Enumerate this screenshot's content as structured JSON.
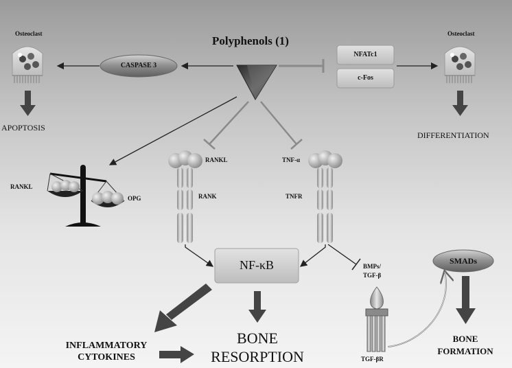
{
  "title": "Polyphenols (1)",
  "left_cell": {
    "title": "Osteoclast",
    "outcome": "APOPTOSIS"
  },
  "right_cell": {
    "title": "Osteoclast",
    "outcome": "DIFFERENTIATION"
  },
  "caspase": "CASPASE 3",
  "transcription": {
    "nfatc1": "NFATc1",
    "cfos": "c-Fos"
  },
  "balance": {
    "left": "RANKL",
    "right": "OPG"
  },
  "receptors": {
    "rankl": "RANKL",
    "rank": "RANK",
    "tnfa": "TNF-α",
    "tnfr": "TNFR",
    "bmps": "BMPs/",
    "tgfb": "TGF-β",
    "tgfbr": "TGF-βR"
  },
  "nfkb": "NF-κB",
  "smads": "SMADs",
  "outputs": {
    "inflammatory_1": "INFLAMMATORY",
    "inflammatory_2": "CYTOKINES",
    "bone_res_1": "BONE",
    "bone_res_2": "RESORPTION",
    "bone_form_1": "BONE",
    "bone_form_2": "FORMATION"
  },
  "colors": {
    "ellipse_fill": "#8f8f8f",
    "box_fill": "#cfcfcf",
    "arrow": "#444444",
    "inhibit": "#8a8a8a"
  }
}
